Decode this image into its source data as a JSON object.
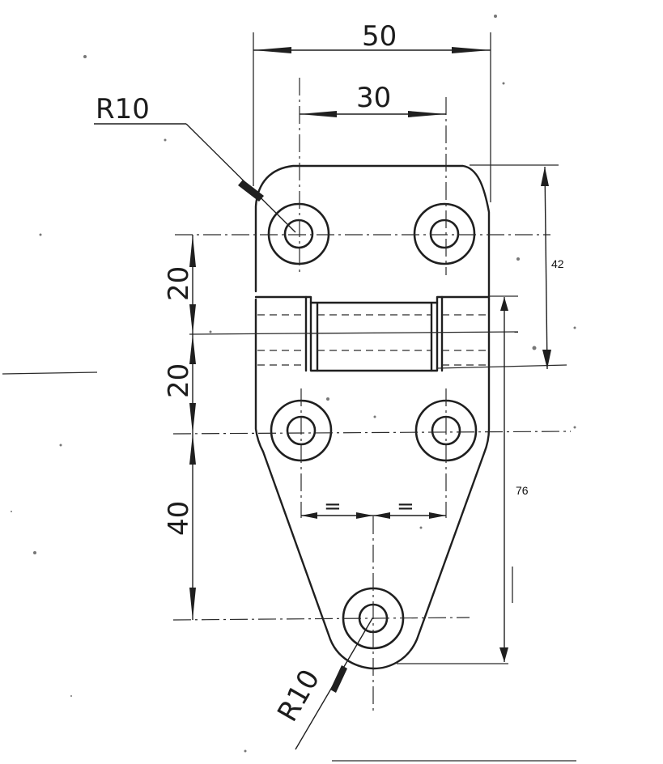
{
  "dimensions": {
    "overall_width": "50",
    "hole_spacing": "30",
    "radius_top": "R10",
    "radius_bottom": "R10",
    "vertical_1": "20",
    "vertical_2": "20",
    "vertical_3": "40",
    "height_upper": "42",
    "height_lower": "76",
    "equal_mark_left": "=",
    "equal_mark_right": "="
  }
}
